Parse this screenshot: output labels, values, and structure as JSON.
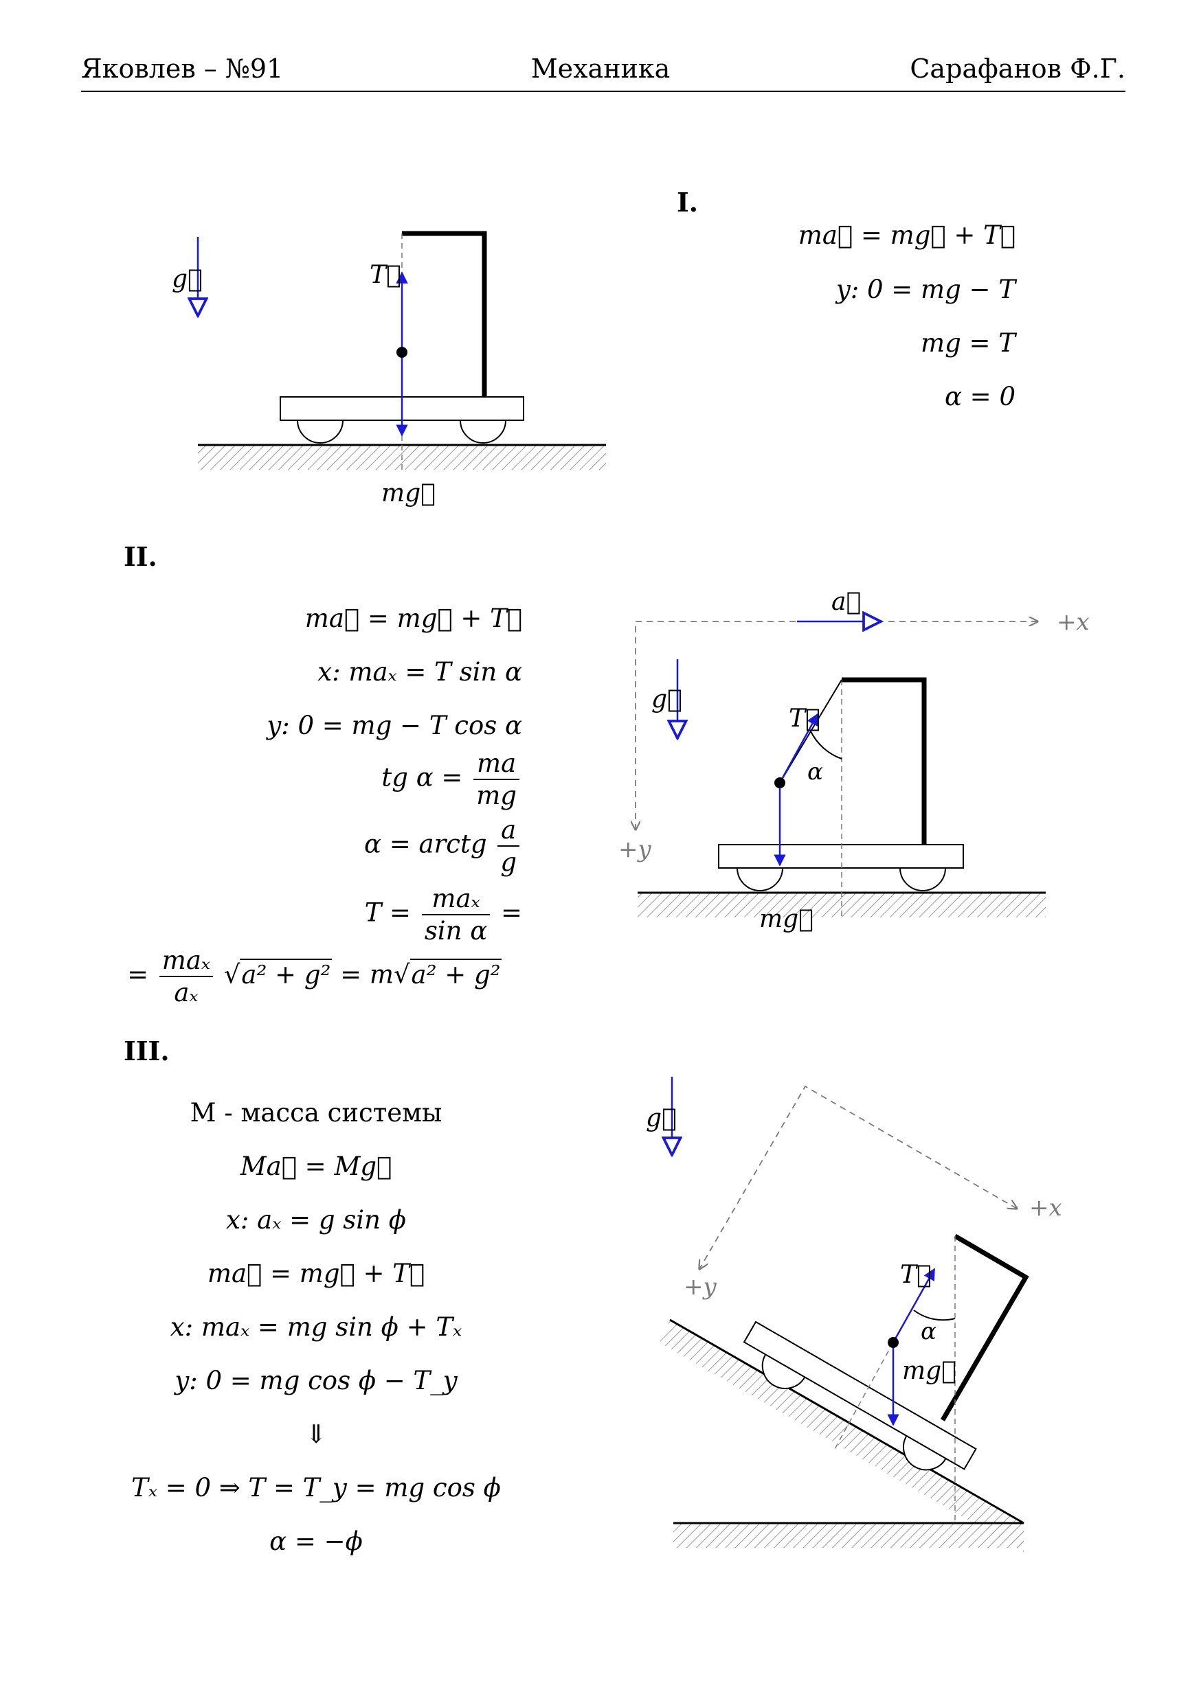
{
  "header": {
    "left": "Яковлев – №91",
    "center": "Механика",
    "right": "Сарафанов Ф.Г."
  },
  "colors": {
    "force": "#1a1ad6",
    "axis": "#7a7a7a",
    "hatch": "#9a9a9a"
  },
  "sections": {
    "s1": {
      "label": "I.",
      "eqs": [
        "ma⃗ = mg⃗ + T⃗",
        "y: 0 = mg − T",
        "mg = T",
        "α = 0"
      ],
      "fig": {
        "g": "g⃗",
        "T": "T⃗",
        "mg": "mg⃗"
      }
    },
    "s2": {
      "label": "II.",
      "eqs": [
        "ma⃗ = mg⃗ + T⃗",
        "x: maₓ = T sin α",
        "y: 0 = mg − T cos α"
      ],
      "tg": {
        "lhs": "tg α =",
        "num": "ma",
        "den": "mg"
      },
      "arctg": {
        "lhs": "α = arctg",
        "num": "a",
        "den": "g"
      },
      "T": {
        "lhs": "T =",
        "num": "maₓ",
        "den": "sin α",
        "rhs": "="
      },
      "final": {
        "lhs": "=",
        "num": "maₓ",
        "den": "aₓ",
        "rhs1": "a² + g²",
        "mid": "= m",
        "rhs2": "a² + g²"
      },
      "fig": {
        "a": "a⃗",
        "x": "+x",
        "y": "+y",
        "g": "g⃗",
        "T": "T⃗",
        "alpha": "α",
        "mg": "mg⃗"
      }
    },
    "s3": {
      "label": "III.",
      "eqs": [
        "М - масса системы",
        "Ma⃗ = Mg⃗",
        "x: aₓ = g sin ϕ",
        "ma⃗ = mg⃗ + T⃗",
        "x: maₓ = mg sin ϕ + Tₓ",
        "y: 0 = mg cos ϕ − T_y",
        "⇓",
        "Tₓ = 0 ⇒ T = T_y = mg cos ϕ",
        "α = −ϕ"
      ],
      "fig": {
        "g": "g⃗",
        "x": "+x",
        "y": "+y",
        "T": "T⃗",
        "alpha": "α",
        "mg": "mg⃗"
      }
    }
  }
}
